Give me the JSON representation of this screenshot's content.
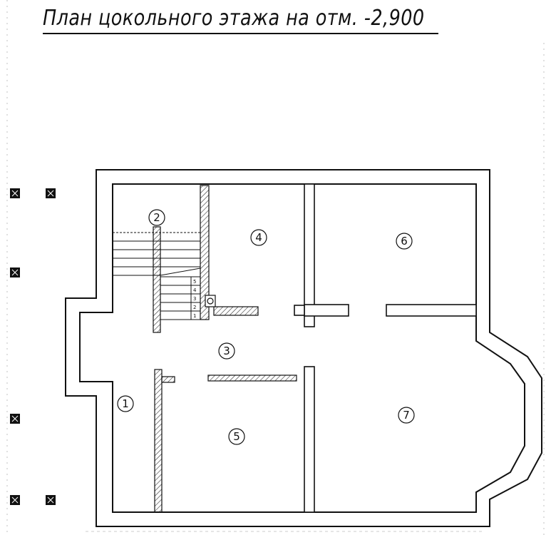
{
  "title": "План цокольного этажа на отм. -2,900",
  "rooms": [
    {
      "id": "1",
      "label": "1"
    },
    {
      "id": "2",
      "label": "2"
    },
    {
      "id": "3",
      "label": "3"
    },
    {
      "id": "4",
      "label": "4"
    },
    {
      "id": "5",
      "label": "5"
    },
    {
      "id": "6",
      "label": "6"
    },
    {
      "id": "7",
      "label": "7"
    }
  ],
  "stair_steps": [
    "5",
    "4",
    "3",
    "2",
    "1"
  ],
  "colors": {
    "line": "#111111",
    "hatch": "#333333",
    "background": "#ffffff"
  }
}
